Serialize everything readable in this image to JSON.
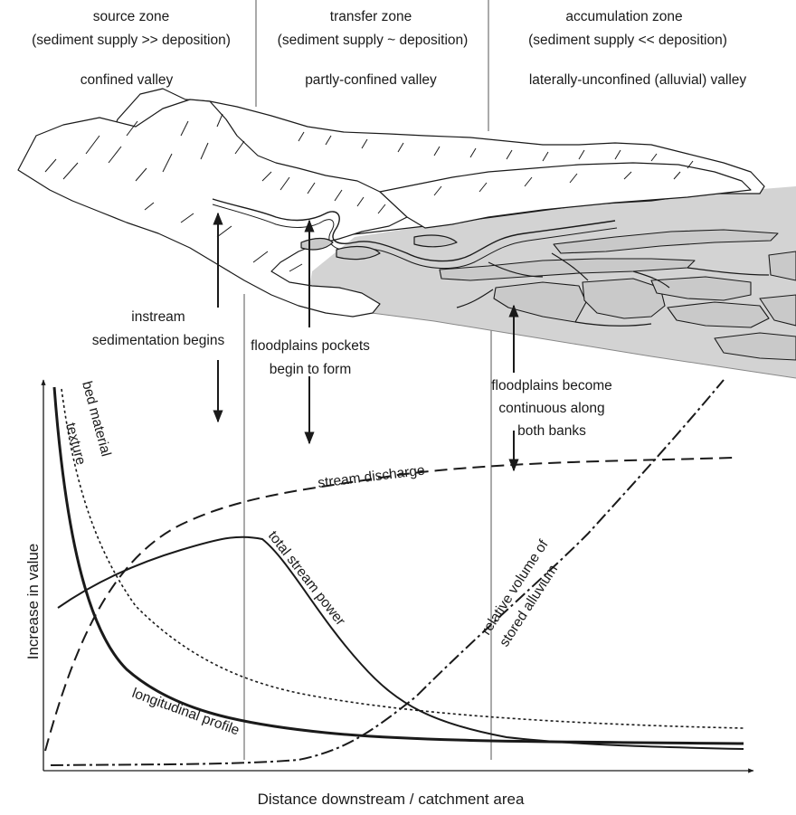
{
  "zones": [
    {
      "name": "source zone",
      "condition": "(sediment supply >> deposition)",
      "valley": "confined valley"
    },
    {
      "name": "transfer zone",
      "condition": "(sediment supply ~ deposition)",
      "valley": "partly-confined valley"
    },
    {
      "name": "accumulation zone",
      "condition": "(sediment supply << deposition)",
      "valley": "laterally-unconfined (alluvial) valley"
    }
  ],
  "annotations": {
    "instream": [
      "instream",
      "sedimentation begins"
    ],
    "pockets": [
      "floodplains pockets",
      "begin to form"
    ],
    "continuous": [
      "floodplains become",
      "continuous along",
      "both banks"
    ]
  },
  "curves": {
    "bed_material": [
      "bed material",
      "texture"
    ],
    "stream_discharge": "stream discharge",
    "total_stream_power": "total stream power",
    "stored_alluvium": [
      "relative volume of",
      "stored alluvium"
    ],
    "longitudinal_profile": "longitudinal profile"
  },
  "axes": {
    "xlabel": "Distance downstream / catchment area",
    "ylabel": "Increase in value"
  }
}
